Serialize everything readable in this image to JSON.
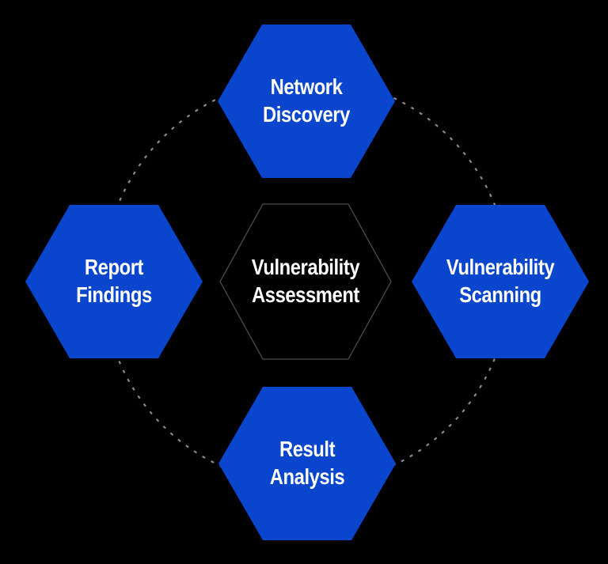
{
  "diagram": {
    "nodes": {
      "center": {
        "line1": "Vulnerability",
        "line2": "Assessment"
      },
      "top": {
        "line1": "Network",
        "line2": "Discovery"
      },
      "right": {
        "line1": "Vulnerability",
        "line2": "Scanning"
      },
      "bottom": {
        "line1": "Result",
        "line2": "Analysis"
      },
      "left": {
        "line1": "Report",
        "line2": "Findings"
      }
    },
    "colors": {
      "background": "#000000",
      "node_fill": "#0a45cd",
      "center_fill": "#000000",
      "center_border": "#4a4a4a",
      "label_text": "#ffffff",
      "dash_stroke": "#8a8a8a"
    }
  }
}
